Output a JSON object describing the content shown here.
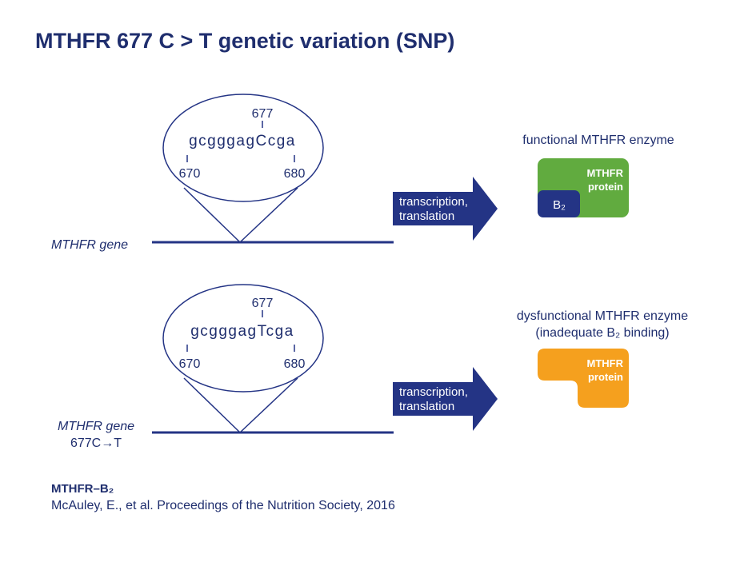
{
  "title": "MTHFR 677 C > T genetic variation (SNP)",
  "colors": {
    "navy": "#243485",
    "green": "#61ab3f",
    "orange": "#f5a01e",
    "text": "#1f2e6e"
  },
  "top": {
    "position_label": "677",
    "sequence": "gcgggagCcga",
    "start_label": "670",
    "end_label": "680",
    "gene_label": "MTHFR gene",
    "arrow_line1": "transcription,",
    "arrow_line2": "translation",
    "enzyme_title": "functional MTHFR enzyme",
    "protein_line1": "MTHFR",
    "protein_line2": "protein",
    "cofactor_label": "B₂"
  },
  "bottom": {
    "position_label": "677",
    "sequence": "gcgggagTcga",
    "start_label": "670",
    "end_label": "680",
    "gene_label_line1": "MTHFR gene",
    "gene_label_line2": "677C→T",
    "arrow_line1": "transcription,",
    "arrow_line2": "translation",
    "enzyme_title_line1": "dysfunctional MTHFR enzyme",
    "enzyme_title_line2": "(inadequate B₂ binding)",
    "protein_line1": "MTHFR",
    "protein_line2": "protein"
  },
  "reference": {
    "heading": "MTHFR–B₂",
    "citation": "McAuley, E., et al. Proceedings of the Nutrition Society, 2016"
  }
}
